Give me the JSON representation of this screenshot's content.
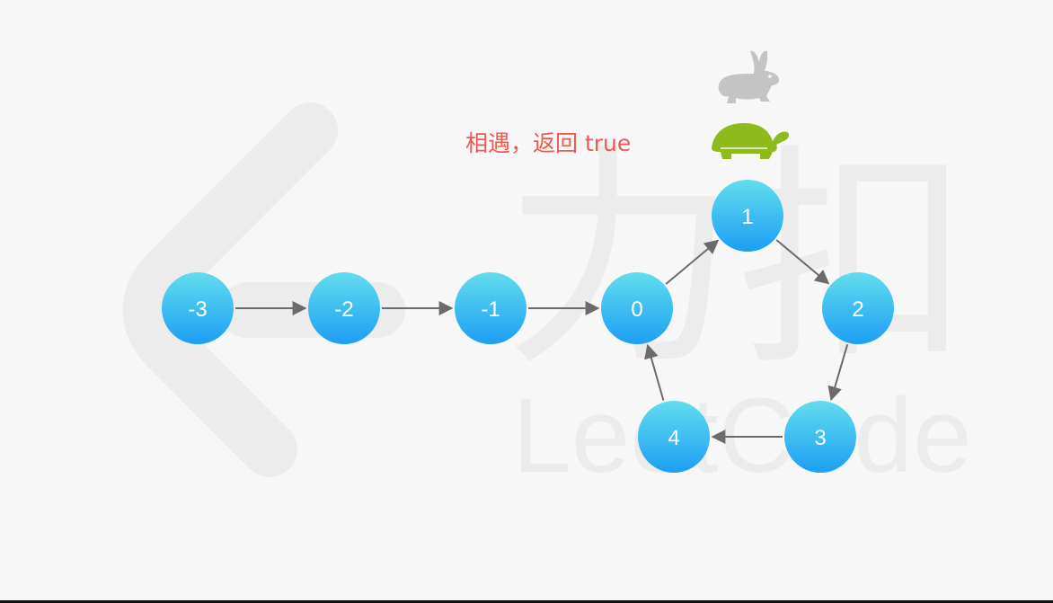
{
  "status": {
    "text": "相遇，返回 true",
    "color": "#ef5a50"
  },
  "watermark": {
    "brand": "力扣",
    "wordmark": "LeetCode"
  },
  "icons": {
    "fast_pointer": "rabbit-icon",
    "slow_pointer": "turtle-icon"
  },
  "colors": {
    "node_top": "#62ddee",
    "node_bottom": "#1d9ef3",
    "arrow": "#6b6b6b",
    "rabbit": "#c4c4c4",
    "turtle": "#8fba1c",
    "watermark": "#ececec"
  },
  "nodes": [
    "-3",
    "-2",
    "-1",
    "0",
    "1",
    "2",
    "3",
    "4"
  ],
  "edges": [
    [
      "-3",
      "-2"
    ],
    [
      "-2",
      "-1"
    ],
    [
      "-1",
      "0"
    ],
    [
      "0",
      "1"
    ],
    [
      "1",
      "2"
    ],
    [
      "2",
      "3"
    ],
    [
      "3",
      "4"
    ],
    [
      "4",
      "0"
    ]
  ]
}
